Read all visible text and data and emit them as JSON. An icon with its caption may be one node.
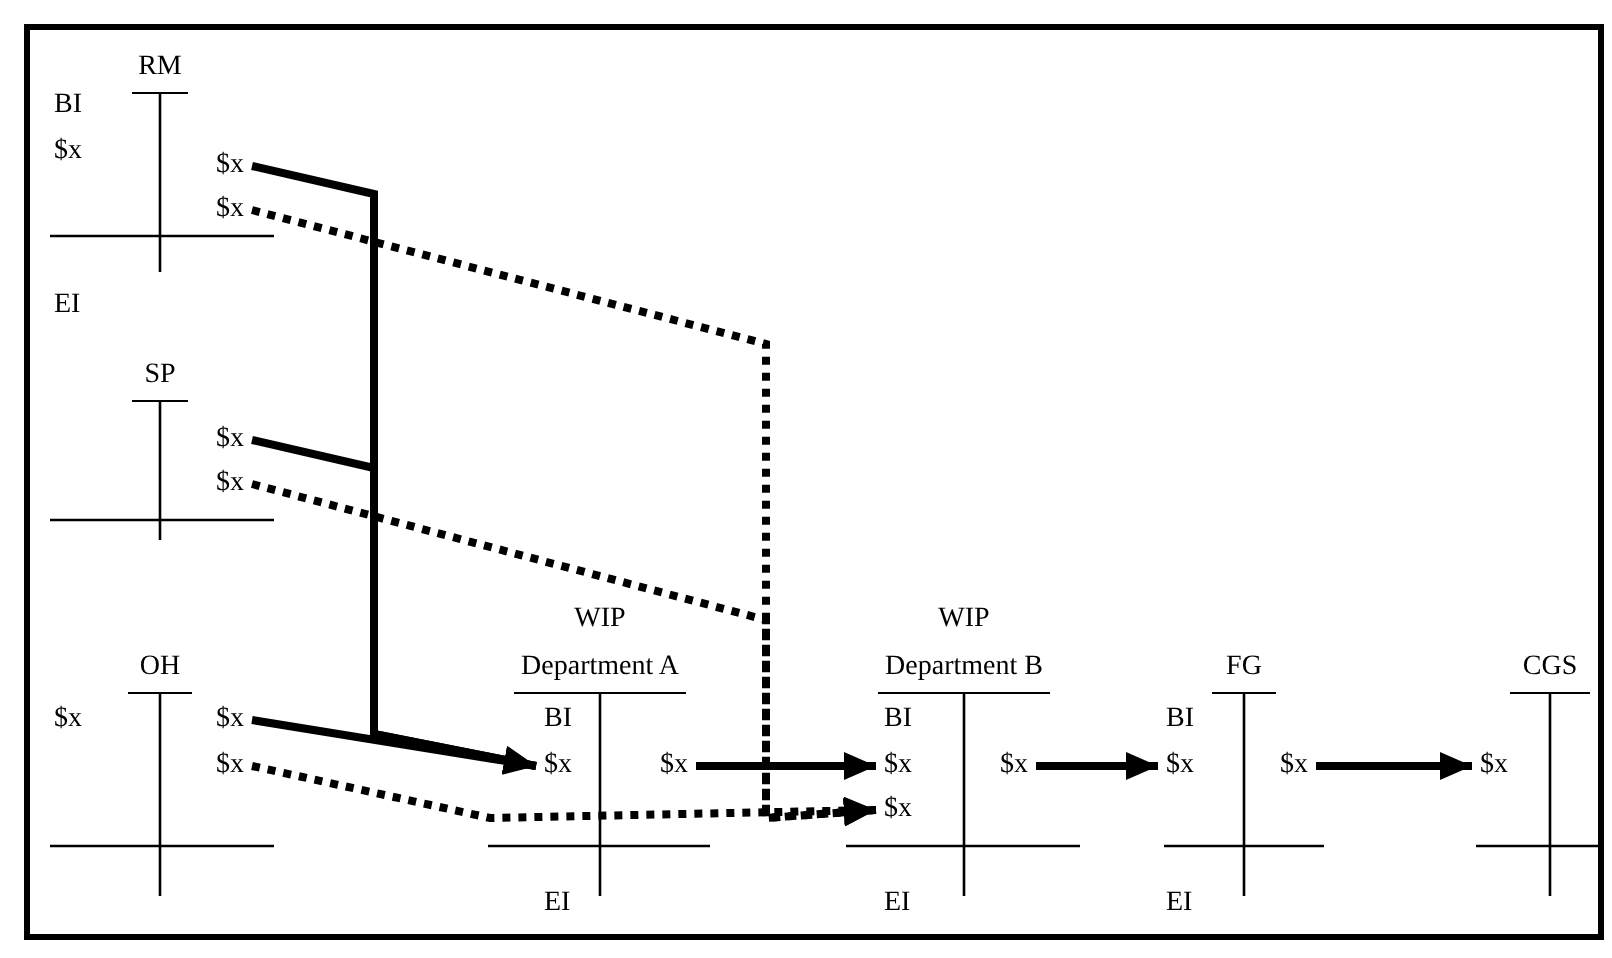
{
  "diagram": {
    "nodes": [
      {
        "text": [
          "RM",
          "BI",
          "$x",
          "EI"
        ]
      },
      {
        "text": [
          "$x"
        ],
        "in": 0
      },
      {
        "text": [
          "$x"
        ],
        "in": 0
      },
      {
        "text": [
          "SP"
        ]
      },
      {
        "text": [
          "$x"
        ],
        "in": 3
      },
      {
        "text": [
          "$x"
        ],
        "in": 3
      },
      {
        "text": [
          "OH",
          "$x"
        ]
      },
      {
        "text": [
          "$x"
        ],
        "in": 6
      },
      {
        "text": [
          "$x"
        ],
        "in": 6
      },
      {
        "text": [
          "WIP Department A",
          "BI",
          "EI"
        ]
      },
      {
        "text": [
          "$x"
        ],
        "in": 9
      },
      {
        "text": [
          "$x"
        ],
        "in": 9
      },
      {
        "text": [
          "WIP Department B",
          "BI",
          "EI"
        ]
      },
      {
        "text": [
          "$x"
        ],
        "in": 12
      },
      {
        "text": [
          "$x"
        ],
        "in": 12
      },
      {
        "text": [
          "$x"
        ],
        "in": 12
      },
      {
        "text": [
          "FG",
          "BI",
          "EI"
        ]
      },
      {
        "text": [
          "$x"
        ],
        "in": 16
      },
      {
        "text": [
          "$x"
        ],
        "in": 16
      },
      {
        "text": [
          "CGS"
        ]
      },
      {
        "text": [
          "$x"
        ],
        "in": 19
      }
    ],
    "edges": [
      {
        "from": 1,
        "to": 10,
        "arrow": "to"
      },
      {
        "from": 4,
        "to": 10,
        "arrow": "to"
      },
      {
        "from": 7,
        "to": 10,
        "arrow": "to"
      },
      {
        "from": 2,
        "to": 14,
        "arrow": "to",
        "style": "dashed"
      },
      {
        "from": 5,
        "to": 14,
        "arrow": "to",
        "style": "dashed"
      },
      {
        "from": 8,
        "to": 14,
        "arrow": "to",
        "style": "dashed"
      },
      {
        "from": 11,
        "to": 13,
        "arrow": "to"
      },
      {
        "from": 15,
        "to": 17,
        "arrow": "to"
      },
      {
        "from": 18,
        "to": 20,
        "arrow": "to"
      }
    ]
  }
}
